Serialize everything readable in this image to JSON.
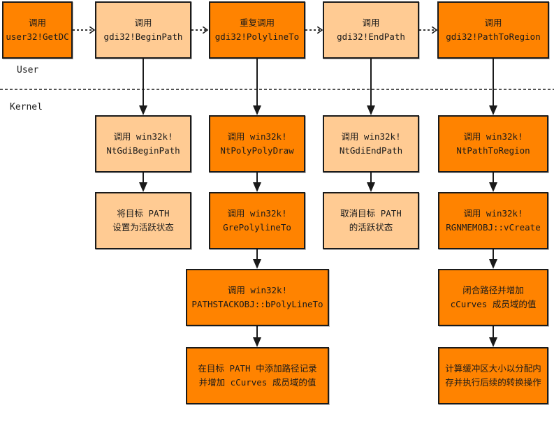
{
  "colors": {
    "highlight": "#ff8300",
    "normal": "#ffcb93",
    "border": "#1a1a1a"
  },
  "zones": {
    "user": "User",
    "kernel": "Kernel"
  },
  "user_row": [
    {
      "id": "u1",
      "style": "highlight",
      "line1": "调用",
      "line2": "user32!GetDC"
    },
    {
      "id": "u2",
      "style": "normal",
      "line1": "调用",
      "line2": "gdi32!BeginPath"
    },
    {
      "id": "u3",
      "style": "highlight",
      "line1": "重复调用",
      "line2": "gdi32!PolylineTo"
    },
    {
      "id": "u4",
      "style": "normal",
      "line1": "调用",
      "line2": "gdi32!EndPath"
    },
    {
      "id": "u5",
      "style": "highlight",
      "line1": "调用",
      "line2": "gdi32!PathToRegion"
    }
  ],
  "kernel": {
    "begin_path": [
      {
        "style": "normal",
        "line1": "调用 win32k!",
        "line2": "NtGdiBeginPath"
      },
      {
        "style": "normal",
        "line1": "将目标 PATH",
        "line2": "设置为活跃状态"
      }
    ],
    "polyline_to": [
      {
        "style": "highlight",
        "line1": "调用 win32k!",
        "line2": "NtPolyPolyDraw"
      },
      {
        "style": "highlight",
        "line1": "调用 win32k!",
        "line2": "GrePolylineTo"
      },
      {
        "style": "highlight",
        "line1": "调用 win32k!",
        "line2": "PATHSTACKOBJ::bPolyLineTo"
      },
      {
        "style": "highlight",
        "line1": "在目标 PATH 中添加路径记录",
        "line2": "并增加 cCurves 成员域的值"
      }
    ],
    "end_path": [
      {
        "style": "normal",
        "line1": "调用 win32k!",
        "line2": "NtGdiEndPath"
      },
      {
        "style": "normal",
        "line1": "取消目标 PATH",
        "line2": "的活跃状态"
      }
    ],
    "path_to_region": [
      {
        "style": "highlight",
        "line1": "调用 win32k!",
        "line2": "NtPathToRegion"
      },
      {
        "style": "highlight",
        "line1": "调用 win32k!",
        "line2": "RGNMEMOBJ::vCreate"
      },
      {
        "style": "highlight",
        "line1": "闭合路径并增加",
        "line2": "cCurves 成员域的值"
      },
      {
        "style": "highlight",
        "line1": "计算缓冲区大小以分配内",
        "line2": "存并执行后续的转换操作"
      }
    ]
  }
}
